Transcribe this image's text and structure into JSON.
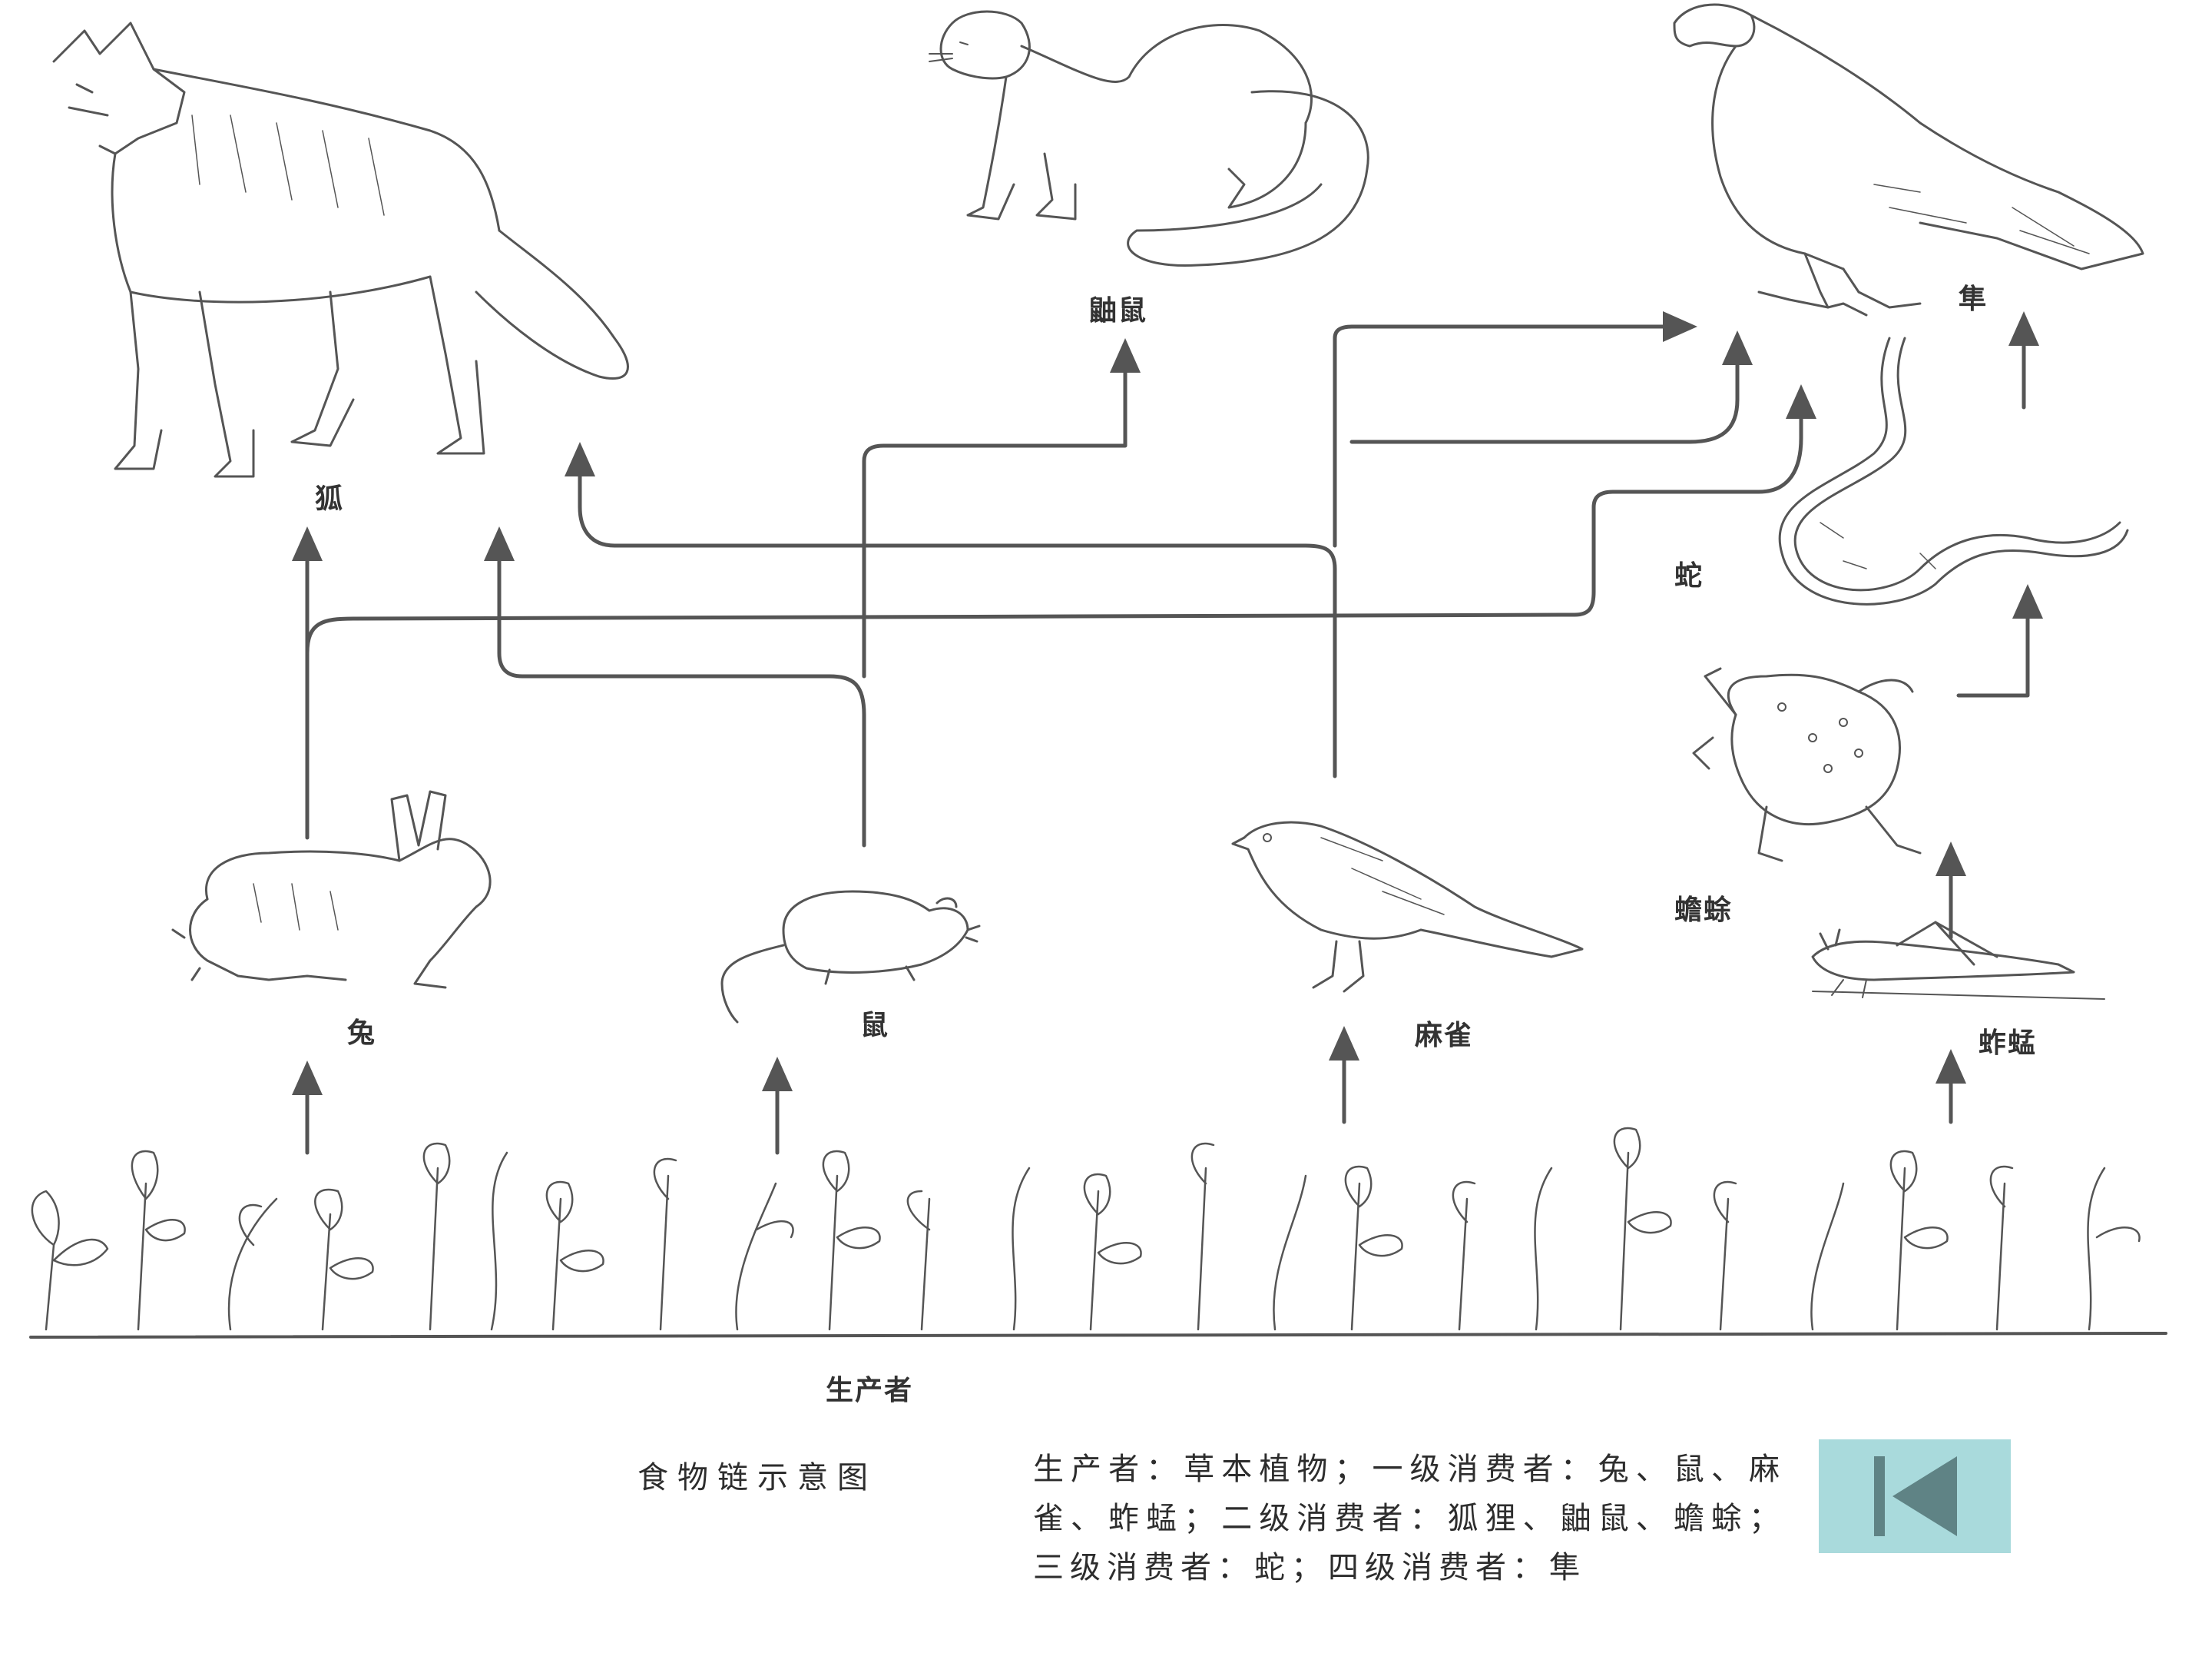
{
  "diagram": {
    "organisms": {
      "fox": "狐",
      "weasel": "鼬鼠",
      "hawk": "隼",
      "snake": "蛇",
      "toad": "蟾蜍",
      "rabbit": "兔",
      "mouse": "鼠",
      "sparrow": "麻雀",
      "grasshopper": "蚱蜢",
      "producer": "生产者"
    }
  },
  "caption": {
    "title": "食物链示意图",
    "legend": "生产者：草本植物；一级消费者：兔、鼠、麻雀、蚱蜢；二级消费者：狐狸、鼬鼠、蟾蜍；三级消费者：蛇；四级消费者：隼"
  },
  "controls": {
    "back_button_icon": "skip-to-start-icon",
    "back_button_color": "#a9dadc",
    "icon_color": "#5f8385"
  }
}
